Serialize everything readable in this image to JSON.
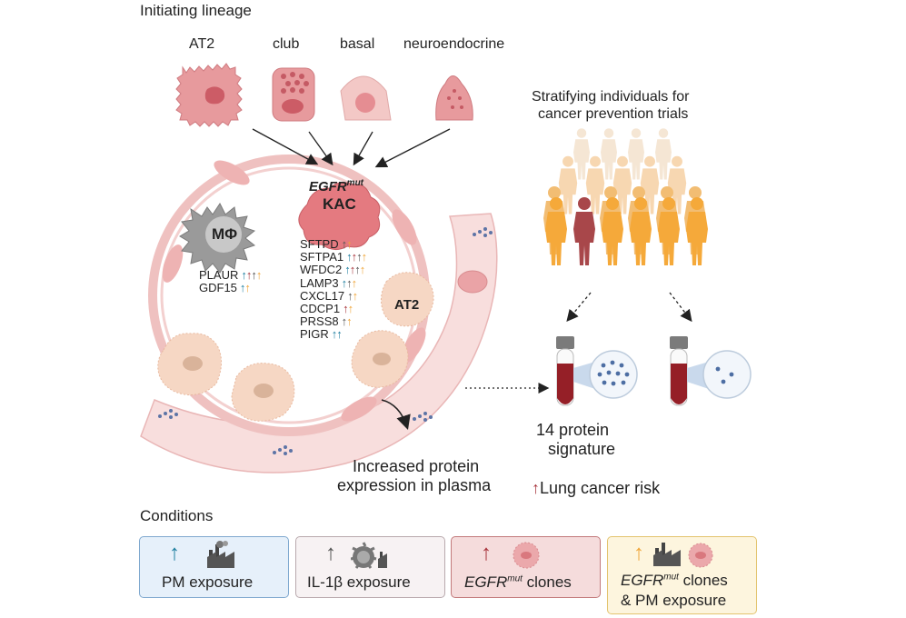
{
  "header": {
    "initiating_lineage": "Initiating lineage",
    "conditions": "Conditions"
  },
  "lineages": [
    "AT2",
    "club",
    "basal",
    "neuroendocrine"
  ],
  "center": {
    "kac_gene": "EGFR",
    "kac_sup": "mut",
    "kac_label": "KAC",
    "macrophage_label": "MΦ",
    "at2_label": "AT2"
  },
  "macrophage_genes": [
    {
      "name": "PLAUR",
      "arrows": [
        "teal",
        "red",
        "gray",
        "orange"
      ]
    },
    {
      "name": "GDF15",
      "arrows": [
        "teal",
        "orange"
      ]
    }
  ],
  "kac_genes": [
    {
      "name": "SFTPD",
      "arrows": [
        "gray",
        "orange"
      ]
    },
    {
      "name": "SFTPA1",
      "arrows": [
        "teal",
        "red",
        "gray",
        "orange"
      ]
    },
    {
      "name": "WFDC2",
      "arrows": [
        "teal",
        "red",
        "gray",
        "orange"
      ]
    },
    {
      "name": "LAMP3",
      "arrows": [
        "teal",
        "gray",
        "orange"
      ]
    },
    {
      "name": "CXCL17",
      "arrows": [
        "gray",
        "orange"
      ]
    },
    {
      "name": "CDCP1",
      "arrows": [
        "red",
        "orange"
      ]
    },
    {
      "name": "PRSS8",
      "arrows": [
        "gray",
        "orange"
      ]
    },
    {
      "name": "PIGR",
      "arrows": [
        "teal",
        "teal"
      ]
    }
  ],
  "right": {
    "stratify_line1": "Stratifying individuals for",
    "stratify_line2": "cancer prevention trials",
    "signature_line1": "14 protein",
    "signature_line2": "signature",
    "risk": "Lung cancer risk"
  },
  "plasma": {
    "line1": "Increased protein",
    "line2": "expression in plasma"
  },
  "conditions": {
    "pm": "PM exposure",
    "il1b": "IL-1β exposure",
    "egfr_gene": "EGFR",
    "egfr_sup": "mut",
    "egfr_rest": " clones",
    "combo_gene": "EGFR",
    "combo_sup": "mut",
    "combo_rest1": " clones",
    "combo_line2": "& PM exposure"
  },
  "colors": {
    "teal": "#1f7fa0",
    "red": "#a8343c",
    "gray": "#555555",
    "orange": "#f0a63a",
    "box_pm_bg": "#e6f0fa",
    "box_pm_border": "#7fa8cf",
    "box_il_bg": "#f7f2f3",
    "box_il_border": "#b9a9ad",
    "box_egfr_bg": "#f5dcdc",
    "box_egfr_border": "#c2797b",
    "box_combo_bg": "#fdf5de",
    "box_combo_border": "#e3c46f"
  }
}
